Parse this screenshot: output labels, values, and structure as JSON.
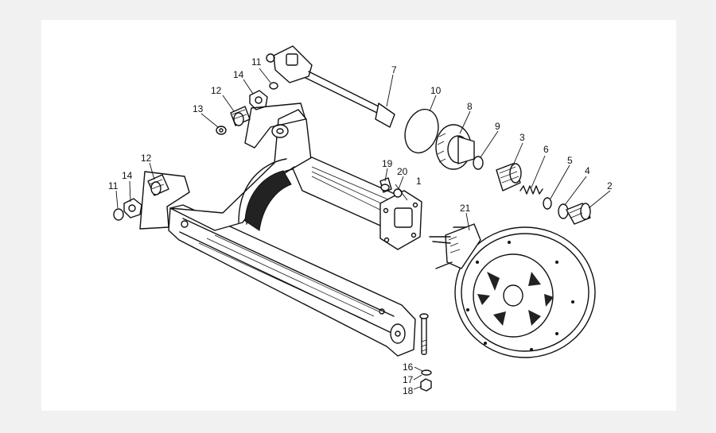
{
  "diagram": {
    "callouts": {
      "c1": "1",
      "c2": "2",
      "c3": "3",
      "c4": "4",
      "c5": "5",
      "c6": "6",
      "c7": "7",
      "c8": "8",
      "c9": "9",
      "c10": "10",
      "c11a": "11",
      "c11b": "11",
      "c12a": "12",
      "c12b": "12",
      "c13": "13",
      "c14a": "14",
      "c14b": "14",
      "c16": "16",
      "c17": "17",
      "c18": "18",
      "c19": "19",
      "c20": "20",
      "c21": "21"
    }
  }
}
